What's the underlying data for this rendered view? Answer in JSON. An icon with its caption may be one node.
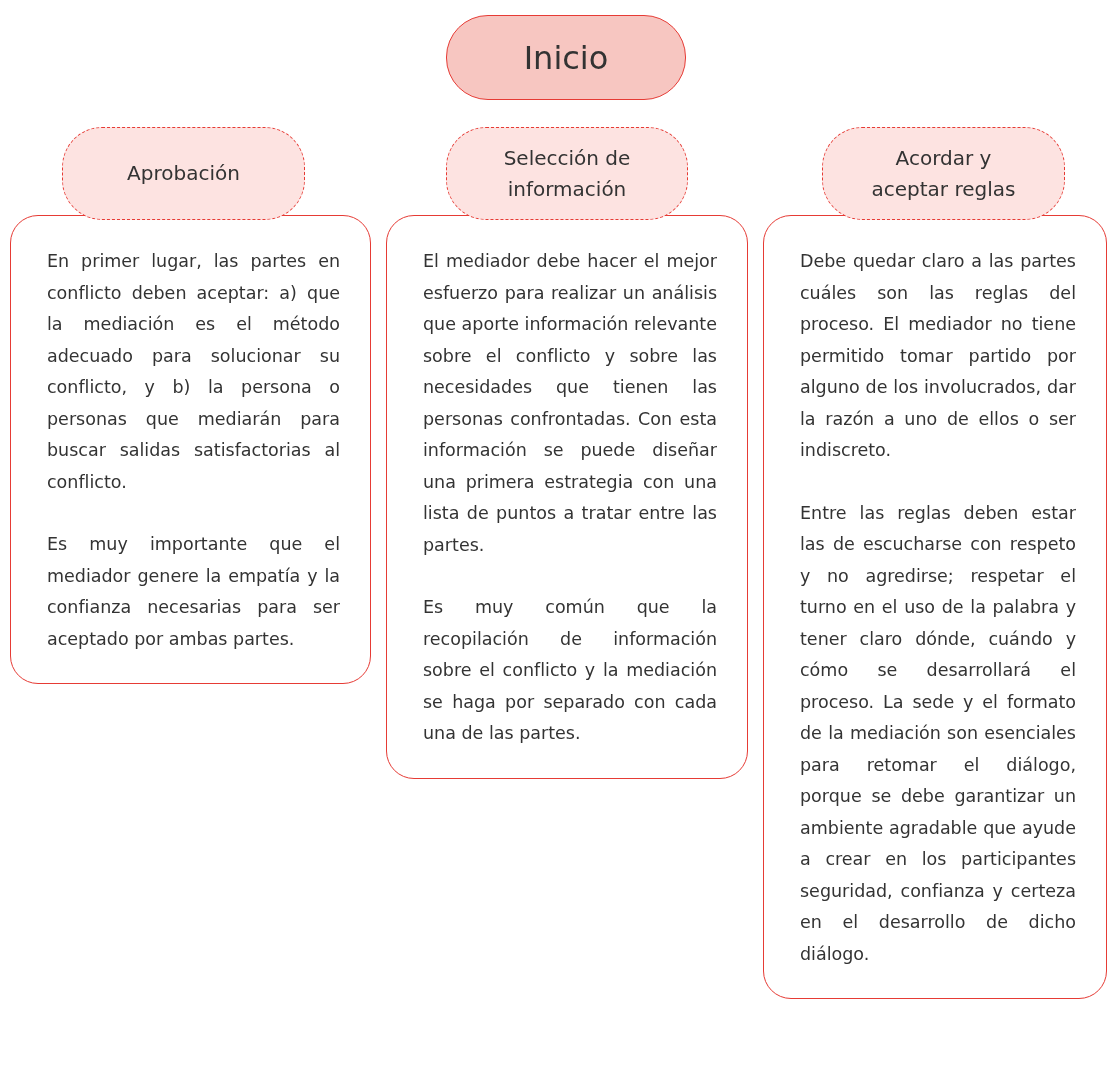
{
  "diagram": {
    "nodes": [
      {
        "text": [
          "Inicio"
        ]
      },
      {
        "text": [
          "Aprobación"
        ]
      },
      {
        "text": [
          "En primer lugar, las partes en conflicto deben aceptar: a) que la mediación es el método adecuado para solucionar su conflicto, y b) la persona o personas que mediarán para buscar salidas satisfactorias al conflicto.",
          "Es muy importante que el mediador genere la empatía y la confianza necesarias para ser aceptado por ambas partes."
        ]
      },
      {
        "text": [
          "Selección de información"
        ]
      },
      {
        "text": [
          "El mediador debe hacer el mejor esfuerzo para realizar un análisis que aporte información relevante sobre el conflicto y sobre las necesidades que tienen las personas confrontadas. Con esta información se puede diseñar una primera estrategia con una lista de puntos a tratar entre las partes.",
          "Es muy común que la recopilación de información sobre el conflicto y la mediación se haga por separado con cada una de las partes."
        ]
      },
      {
        "text": [
          "Acordar y aceptar reglas"
        ]
      },
      {
        "text": [
          "Debe quedar claro a las partes cuáles son las reglas del proceso. El mediador no tiene permitido tomar partido por alguno de los involucrados, dar la razón a uno de ellos o ser indiscreto.",
          "Entre las reglas deben estar las de escucharse con respeto y no agredirse; respetar el turno en el uso de la palabra y tener claro dónde, cuándo y cómo se desarrollará el proceso. La sede y el formato de la mediación son esenciales para retomar el diálogo, porque se debe garantizar un ambiente agradable que ayude a crear en los participantes seguridad, confianza y certeza en el desarrollo de dicho diálogo."
        ]
      }
    ]
  }
}
